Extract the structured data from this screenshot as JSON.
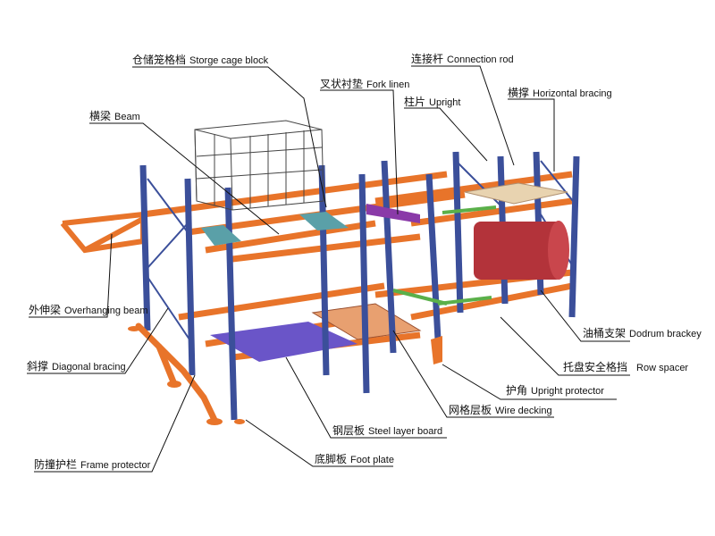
{
  "labels": {
    "cage": {
      "zh": "仓储笼格档",
      "en": "Storge cage block"
    },
    "fork": {
      "zh": "叉状衬垫",
      "en": "Fork linen"
    },
    "conn": {
      "zh": "连接杆",
      "en": "Connection rod"
    },
    "upright": {
      "zh": "柱片",
      "en": "Upright"
    },
    "horiz": {
      "zh": "横撑",
      "en": "Horizontal bracing"
    },
    "beam": {
      "zh": "横梁",
      "en": "Beam"
    },
    "overhang": {
      "zh": "外伸梁",
      "en": "Overhanging beam"
    },
    "diag": {
      "zh": "斜撑",
      "en": "Diagonal bracing"
    },
    "frame": {
      "zh": "防撞护栏",
      "en": "Frame protector"
    },
    "foot": {
      "zh": "底脚板",
      "en": "Foot plate"
    },
    "steel": {
      "zh": "钢层板",
      "en": "Steel layer board"
    },
    "wire": {
      "zh": "网格层板",
      "en": "Wire decking"
    },
    "uprot": {
      "zh": "护角",
      "en": "Upright protector"
    },
    "row": {
      "zh": "托盘安全格挡",
      "en": "Row spacer"
    },
    "drum": {
      "zh": "油桶支架",
      "en": "Dodrum brackey"
    }
  },
  "colors": {
    "upright": "#3b4f9a",
    "beam": "#e8742a",
    "cage": "#555555",
    "steel": "#6a55c8",
    "drum": "#b3333a",
    "pallet": "#e8d3b0",
    "spacer": "#5ab04a"
  }
}
